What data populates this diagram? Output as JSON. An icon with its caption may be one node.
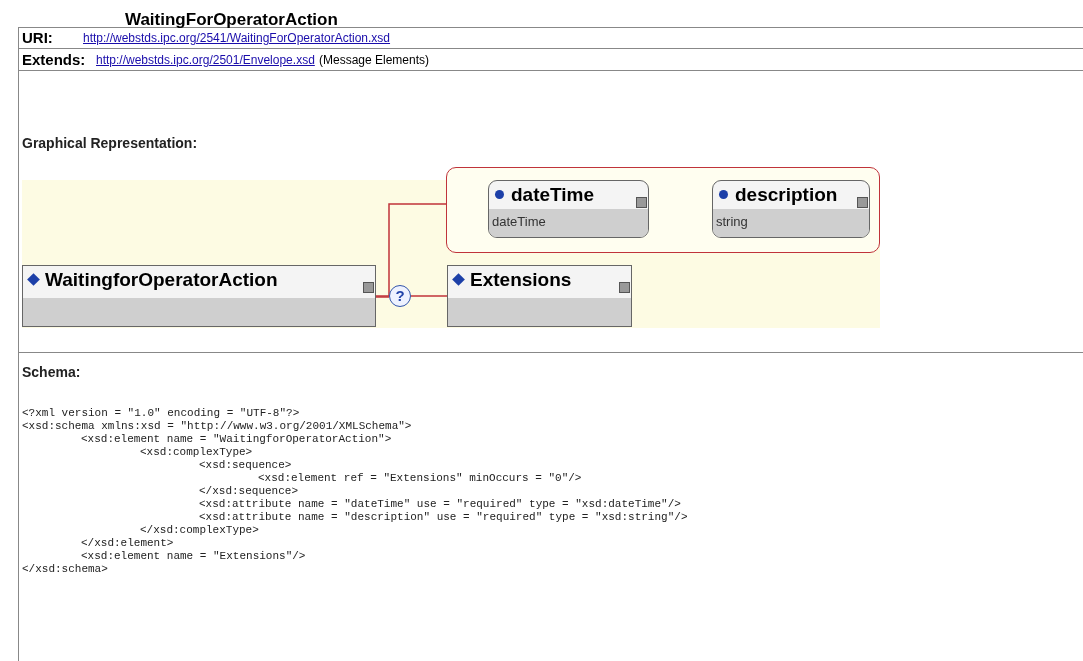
{
  "diagram": {
    "title": "WaitingForOperatorAction",
    "nodes": [
      {
        "text": [
          "WaitingforOperatorAction"
        ]
      },
      {
        "text": [],
        "shape": "box"
      },
      {
        "text": [
          "dateTime",
          "dateTime"
        ],
        "in": 1
      },
      {
        "text": [
          "description",
          "string"
        ],
        "in": 1
      },
      {
        "text": [
          "?"
        ]
      },
      {
        "text": [
          "Extensions"
        ]
      }
    ],
    "edges": [
      {
        "from": 0,
        "to": 1,
        "arrow": "none"
      },
      {
        "from": 0,
        "to": 4,
        "arrow": "none"
      },
      {
        "from": 4,
        "to": 5,
        "arrow": "none"
      }
    ],
    "labels": [
      "URI:",
      "http://webstds.ipc.org/2541/WaitingForOperatorAction.xsd",
      "Extends:",
      "http://webstds.ipc.org/2501/Envelope.xsd",
      "(Message Elements)",
      "Graphical Representation:",
      "Schema:",
      "<?xml version = \"1.0\" encoding = \"UTF-8\"?>",
      "<xsd:schema xmlns:xsd = \"http://www.w3.org/2001/XMLSchema\">",
      "<xsd:element name = \"WaitingforOperatorAction\">",
      "<xsd:complexType>",
      "<xsd:sequence>",
      "<xsd:element ref = \"Extensions\" minOccurs = \"0\"/>",
      "</xsd:sequence>",
      "<xsd:attribute name = \"dateTime\" use = \"required\" type = \"xsd:dateTime\"/>",
      "<xsd:attribute name = \"description\" use = \"required\" type = \"xsd:string\"/>",
      "</xsd:complexType>",
      "</xsd:element>",
      "<xsd:element name = \"Extensions\"/>",
      "</xsd:schema>"
    ]
  }
}
